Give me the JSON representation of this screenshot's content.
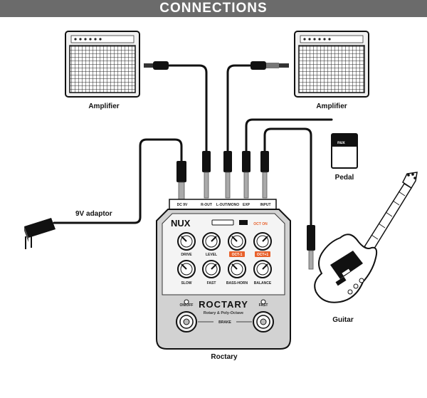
{
  "header": {
    "title": "CONNECTIONS"
  },
  "labels": {
    "amp_left": "Amplifier",
    "amp_right": "Amplifier",
    "pedal": "Pedal",
    "adaptor": "9V adaptor",
    "guitar": "Guitar",
    "device": "Roctary"
  },
  "pedal_box": {
    "brand": "nux"
  },
  "device": {
    "brand": "NUX",
    "logo": "ROCTARY",
    "subtitle": "Rotary & Poly-Octave",
    "oct_on": "OCT ON",
    "jacks": [
      "DC 9V",
      "R-OUT",
      "L-OUT/MONO",
      "EXP",
      "INPUT"
    ],
    "knobs_top": [
      "DRIVE",
      "LEVEL",
      "OCT-1",
      "OCT+1"
    ],
    "knobs_bottom": [
      "SLOW",
      "FAST",
      "BASS-HORN",
      "BALANCE"
    ],
    "footswitch_left": "ON/OFF",
    "footswitch_right": "FAST",
    "brake": "BRAKE"
  },
  "colors": {
    "accent_orange": "#e8602a",
    "banner_gray": "#6b6b6b"
  }
}
